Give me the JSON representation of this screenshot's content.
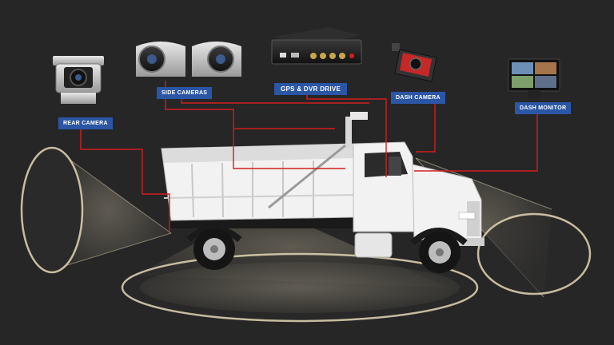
{
  "labels": {
    "rear_camera": "REAR CAMERA",
    "side_cameras": "SIDE CAMERAS",
    "gps_dvr": "GPS & DVR DRIVE",
    "dash_camera": "DASH CAMERA",
    "dash_monitor": "DASH MONITOR"
  },
  "colors": {
    "background": "#262626",
    "label_bg": "#2b56a6",
    "connector": "#d21f1f",
    "camera_view": "#e3d6b4",
    "truck_body": "#f2f2f2"
  }
}
